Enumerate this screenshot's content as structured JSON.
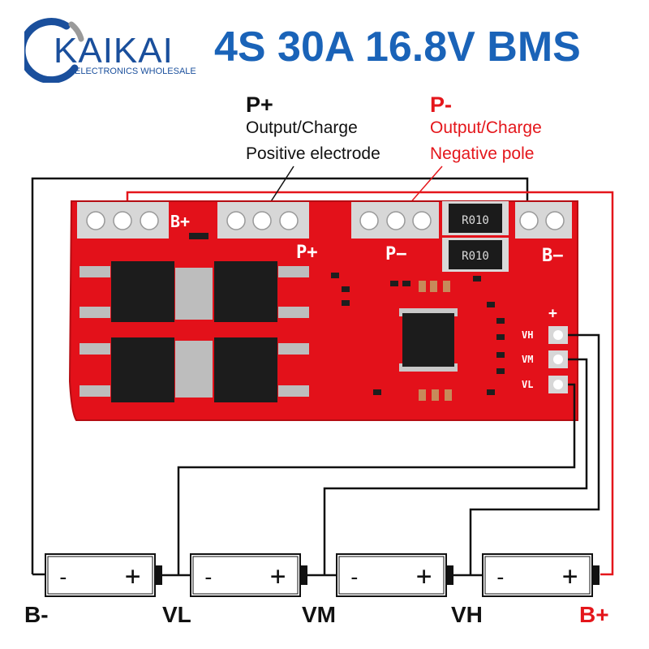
{
  "brand": {
    "name": "KAIKAI",
    "subtitle": "ELECTRONICS WHOLESALE",
    "colors": {
      "blue": "#1a4f9c",
      "grey": "#9a9a9a"
    }
  },
  "title": "4S 30A 16.8V BMS",
  "pplus": {
    "label": "P+",
    "line1": "Output/Charge",
    "line2": "Positive electrode"
  },
  "pminus": {
    "label": "P-",
    "line1": "Output/Charge",
    "line2": "Negative pole"
  },
  "board": {
    "silk_bplus": "B+",
    "silk_pplus": "P+",
    "silk_pminus": "P−",
    "silk_bminus": "B−",
    "silk_plus": "+",
    "silk_vh": "VH",
    "silk_vm": "VM",
    "silk_vl": "VL",
    "resistor_text": "R010",
    "color": "#e3111a"
  },
  "batteries": [
    {
      "minus": "-",
      "plus": "+"
    },
    {
      "minus": "-",
      "plus": "+"
    },
    {
      "minus": "-",
      "plus": "+"
    },
    {
      "minus": "-",
      "plus": "+"
    }
  ],
  "bottom_labels": {
    "bminus": "B-",
    "vl": "VL",
    "vm": "VM",
    "vh": "VH",
    "bplus": "B+"
  },
  "colors": {
    "wire_black": "#111111",
    "wire_red": "#e4161b",
    "title_blue": "#1a63b8"
  }
}
